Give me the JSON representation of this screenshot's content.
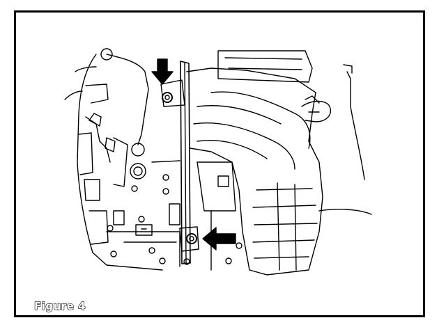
{
  "figure": {
    "caption": "Figure 4",
    "colors": {
      "line": "#000000",
      "background": "#ffffff"
    },
    "arrows": [
      {
        "name": "arrow-upper-bolt",
        "direction": "down"
      },
      {
        "name": "arrow-lower-bolt",
        "direction": "left"
      }
    ]
  }
}
